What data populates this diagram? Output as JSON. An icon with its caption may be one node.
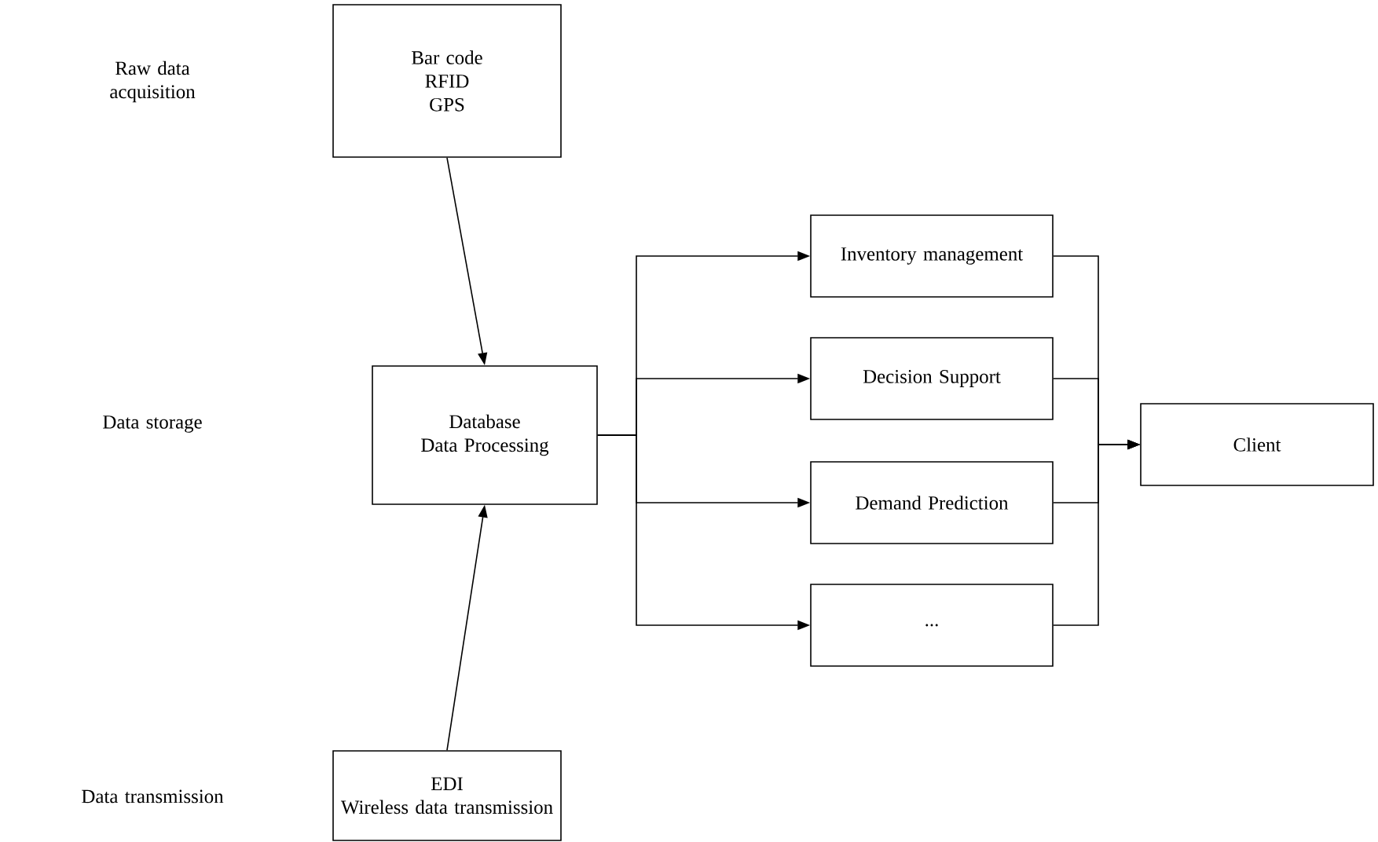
{
  "diagram": {
    "nodes": [
      {
        "text": [
          "Bar code",
          "RFID",
          "GPS"
        ]
      },
      {
        "text": [
          "Database",
          "Data Processing"
        ]
      },
      {
        "text": [
          "EDI",
          "Wireless data transmission"
        ]
      },
      {
        "text": [
          "Inventory management"
        ]
      },
      {
        "text": [
          "Decision Support"
        ]
      },
      {
        "text": [
          "Demand Prediction"
        ]
      },
      {
        "text": [
          "..."
        ]
      },
      {
        "text": [
          "Client"
        ]
      }
    ],
    "edges": [
      {
        "from": 0,
        "to": 1,
        "arrow": "to"
      },
      {
        "from": 2,
        "to": 1,
        "arrow": "to"
      },
      {
        "from": 1,
        "to": 3,
        "arrow": "to"
      },
      {
        "from": 1,
        "to": 4,
        "arrow": "to"
      },
      {
        "from": 1,
        "to": 5,
        "arrow": "to"
      },
      {
        "from": 1,
        "to": 6,
        "arrow": "to"
      },
      {
        "from": 3,
        "to": 7,
        "arrow": "to"
      },
      {
        "from": 4,
        "to": 7,
        "arrow": "to"
      },
      {
        "from": 5,
        "to": 7,
        "arrow": "to"
      },
      {
        "from": 6,
        "to": 7,
        "arrow": "to"
      }
    ],
    "labels": [
      "Raw data acquisition",
      "Data storage",
      "Data transmission"
    ]
  }
}
